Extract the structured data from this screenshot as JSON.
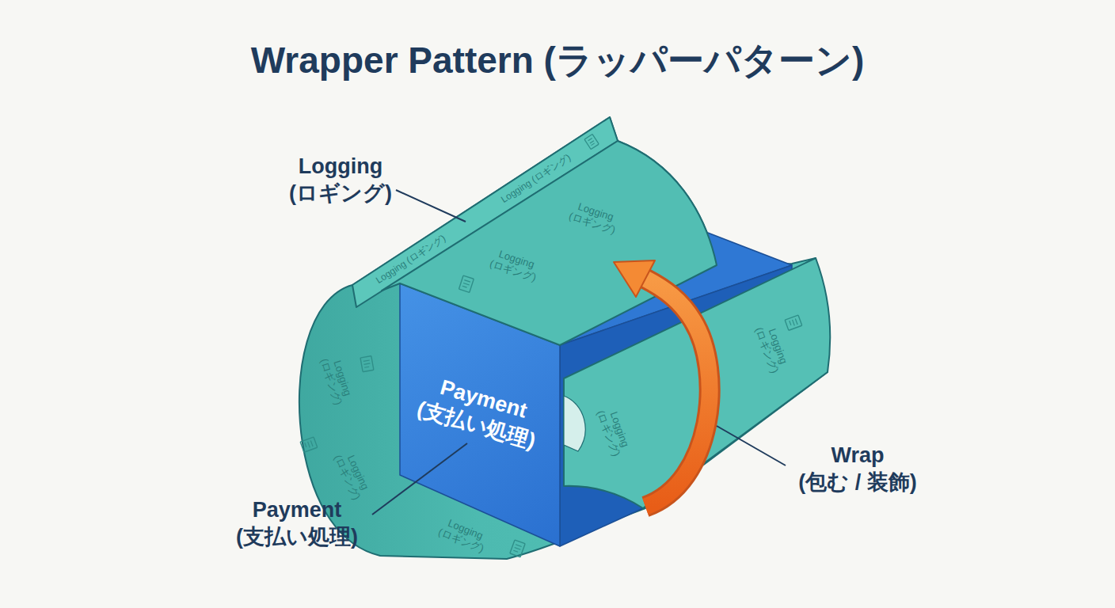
{
  "diagram": {
    "title": "Wrapper Pattern (ラッパーパターン)",
    "nodes": [
      {
        "text": [
          "Logging (ロギング)",
          "Logging (ロギング)",
          "Logging (ロギング)",
          "Logging (ロギング)",
          "Logging (ロギング)",
          "Logging (ロギング)",
          "Logging (ロギング)",
          "Logging (ロギング)",
          "Logging (ロギング)"
        ]
      },
      {
        "text": [
          "Payment (支払い処理)"
        ],
        "in": 0
      }
    ],
    "labels": [
      "Logging (ロギング)",
      "Payment (支払い処理)",
      "Wrap (包む / 装飾)"
    ]
  }
}
